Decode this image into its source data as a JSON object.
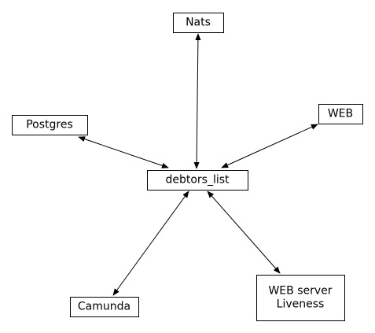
{
  "diagram": {
    "type": "network-graph",
    "nodes": [
      {
        "id": "nats",
        "label": "Nats"
      },
      {
        "id": "postgres",
        "label": "Postgres"
      },
      {
        "id": "web",
        "label": "WEB"
      },
      {
        "id": "debtors_list",
        "label": "debtors_list"
      },
      {
        "id": "camunda",
        "label": "Camunda"
      },
      {
        "id": "web_server_liveness",
        "label": "WEB server\nLiveness"
      }
    ],
    "edges": [
      {
        "from": "debtors_list",
        "to": "nats",
        "direction": "both"
      },
      {
        "from": "debtors_list",
        "to": "postgres",
        "direction": "both"
      },
      {
        "from": "debtors_list",
        "to": "web",
        "direction": "both"
      },
      {
        "from": "debtors_list",
        "to": "camunda",
        "direction": "both"
      },
      {
        "from": "debtors_list",
        "to": "web_server_liveness",
        "direction": "both"
      }
    ],
    "colors": {
      "line": "#000000",
      "box_fill": "#ffffff",
      "box_stroke": "#000000",
      "text": "#000000"
    }
  }
}
